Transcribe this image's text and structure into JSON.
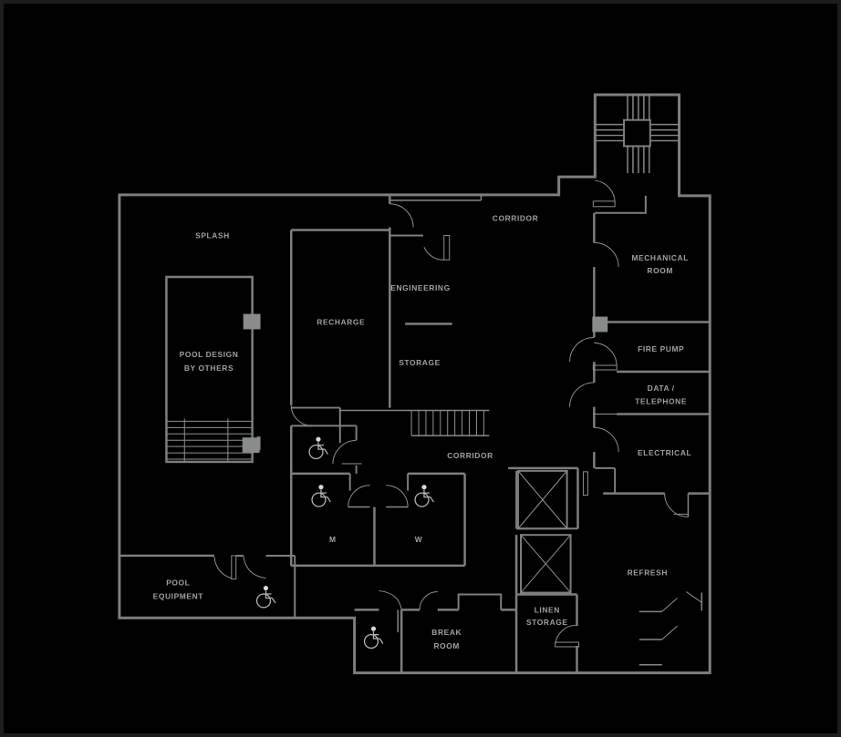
{
  "canvas": {
    "background": "#000000",
    "border_color": "#1d1d1d",
    "wall_color": "#7d7f7f",
    "label_color": "#9fa1a1",
    "fixture_fill_color": "#8a8c8c",
    "wheelchair_icon_color": "#b4b6b6"
  },
  "rooms": [
    {
      "name": "splash",
      "label": "SPLASH"
    },
    {
      "name": "pool-design",
      "line1": "POOL DESIGN",
      "line2": "BY OTHERS"
    },
    {
      "name": "recharge",
      "label": "RECHARGE"
    },
    {
      "name": "engineering",
      "label": "ENGINEERING"
    },
    {
      "name": "storage",
      "label": "STORAGE"
    },
    {
      "name": "corridor-upper",
      "label": "CORRIDOR"
    },
    {
      "name": "mechanical-room",
      "line1": "MECHANICAL",
      "line2": "ROOM"
    },
    {
      "name": "fire-pump",
      "label": "FIRE PUMP"
    },
    {
      "name": "data-telephone",
      "line1": "DATA /",
      "line2": "TELEPHONE"
    },
    {
      "name": "electrical",
      "label": "ELECTRICAL"
    },
    {
      "name": "corridor-lower",
      "label": "CORRIDOR"
    },
    {
      "name": "mens-restroom",
      "label": "M"
    },
    {
      "name": "womens-restroom",
      "label": "W"
    },
    {
      "name": "pool-equipment",
      "line1": "POOL",
      "line2": "EQUIPMENT"
    },
    {
      "name": "break-room",
      "line1": "BREAK",
      "line2": "ROOM"
    },
    {
      "name": "linen-storage",
      "line1": "LINEN",
      "line2": "STORAGE"
    },
    {
      "name": "refresh",
      "label": "REFRESH"
    }
  ]
}
